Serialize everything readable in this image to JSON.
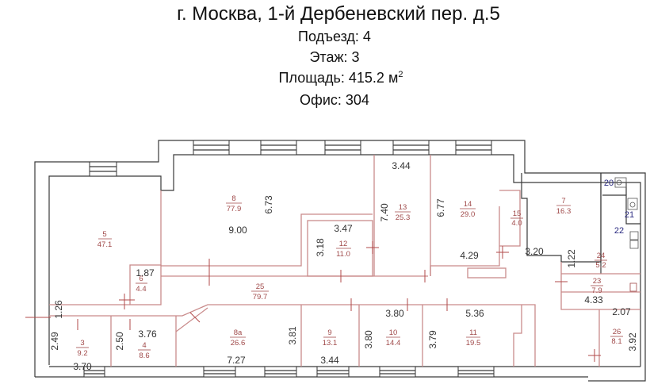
{
  "header": {
    "title": "г. Москва, 1-й Дербеневский пер. д.5",
    "entrance": "Подъезд: 4",
    "floor": "Этаж: 3",
    "area_label": "Площадь:  415.2 м",
    "area_sup": "2",
    "office": "Офис: 304"
  },
  "rooms": {
    "r3": {
      "num": "3",
      "area": "9.2"
    },
    "r4": {
      "num": "4",
      "area": "8.6"
    },
    "r5": {
      "num": "5",
      "area": "47.1"
    },
    "r6": {
      "num": "6",
      "area": "4.4"
    },
    "r7": {
      "num": "7",
      "area": "16.3"
    },
    "r8": {
      "num": "8",
      "area": "77.9"
    },
    "r8a": {
      "num": "8а",
      "area": "26.6"
    },
    "r9": {
      "num": "9",
      "area": "13.1"
    },
    "r10": {
      "num": "10",
      "area": "14.4"
    },
    "r11": {
      "num": "11",
      "area": "19.5"
    },
    "r12": {
      "num": "12",
      "area": "11.0"
    },
    "r13": {
      "num": "13",
      "area": "25.3"
    },
    "r14": {
      "num": "14",
      "area": "29.0"
    },
    "r15": {
      "num": "15",
      "area": "4.0"
    },
    "r20": {
      "num": "20"
    },
    "r21": {
      "num": "21"
    },
    "r22": {
      "num": "22"
    },
    "r23": {
      "num": "23",
      "area": "7.9"
    },
    "r24": {
      "num": "24",
      "area": "5.2"
    },
    "r25": {
      "num": "25",
      "area": "79.7"
    },
    "r26": {
      "num": "26",
      "area": "8.1"
    }
  },
  "dimensions": {
    "d8_w": "9.00",
    "d8_h": "6.73",
    "d12_w": "3.47",
    "d12_h": "3.18",
    "d13_w": "3.44",
    "d13_h": "7.40",
    "d14_w": "4.29",
    "d14_h": "6.77",
    "d_320": "3.20",
    "d_122": "1.22",
    "d23_w": "4.33",
    "d26_w": "2.07",
    "d26_h": "3.92",
    "d6_w": "1.87",
    "d_126": "1.26",
    "d3_h": "2.49",
    "d3_w": "3.70",
    "d4_h": "2.50",
    "d4_w": "3.76",
    "d8a_w": "7.27",
    "d8a_h": "3.81",
    "d9_w": "3.44",
    "d10_w": "3.80",
    "d10_h": "3.80",
    "d11_w": "5.36",
    "d11_h": "3.79"
  }
}
